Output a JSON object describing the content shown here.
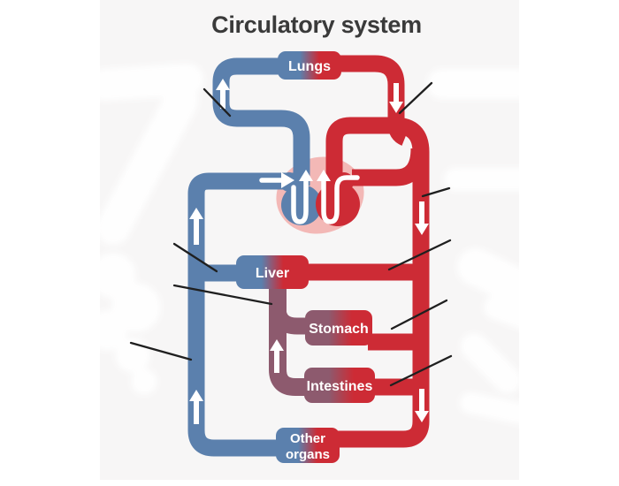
{
  "title": "Circulatory system",
  "labels": {
    "lungs": "Lungs",
    "liver": "Liver",
    "stomach": "Stomach",
    "intestines": "Intestines",
    "other_line1": "Other",
    "other_line2": "organs"
  },
  "colors": {
    "vein_blue": "#5b80ad",
    "artery_red": "#cd2b35",
    "portal_puce": "#8d5a6e",
    "heart_pink": "#f3b8b6",
    "canvas_bg": "#f7f6f6",
    "pointer_black": "#1f1f1f",
    "title_text": "#3a3a3a",
    "flow_arrow_white": "#ffffff"
  }
}
